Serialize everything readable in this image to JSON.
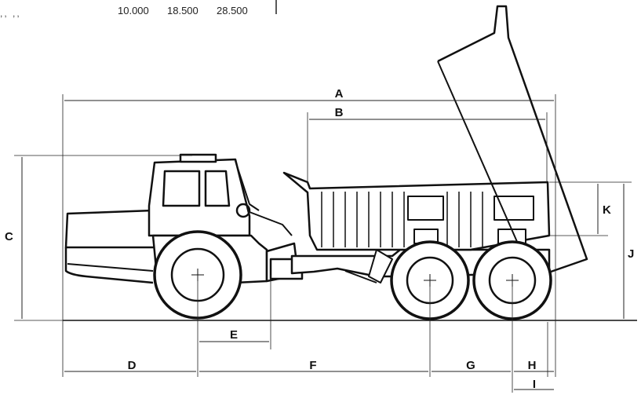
{
  "header": {
    "marks": ",,  ,,",
    "values": [
      "10.000",
      "18.500",
      "28.500"
    ]
  },
  "dimensions": {
    "A": "A",
    "B": "B",
    "C": "C",
    "D": "D",
    "E": "E",
    "F": "F",
    "G": "G",
    "H": "H",
    "I": "I",
    "J": "J",
    "K": "K"
  }
}
